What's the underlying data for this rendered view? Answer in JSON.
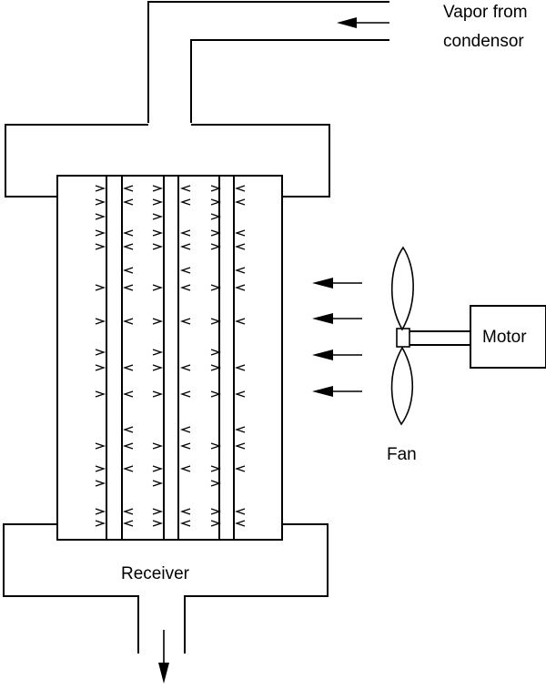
{
  "labels": {
    "vapor_line1": "Vapor from",
    "vapor_line2": "condensor",
    "motor": "Motor",
    "fan": "Fan",
    "receiver": "Receiver"
  },
  "colors": {
    "line": "#000000",
    "background": "#ffffff"
  },
  "air_flow_arrows": 4,
  "tube_columns": 4,
  "fin_rows": 11
}
